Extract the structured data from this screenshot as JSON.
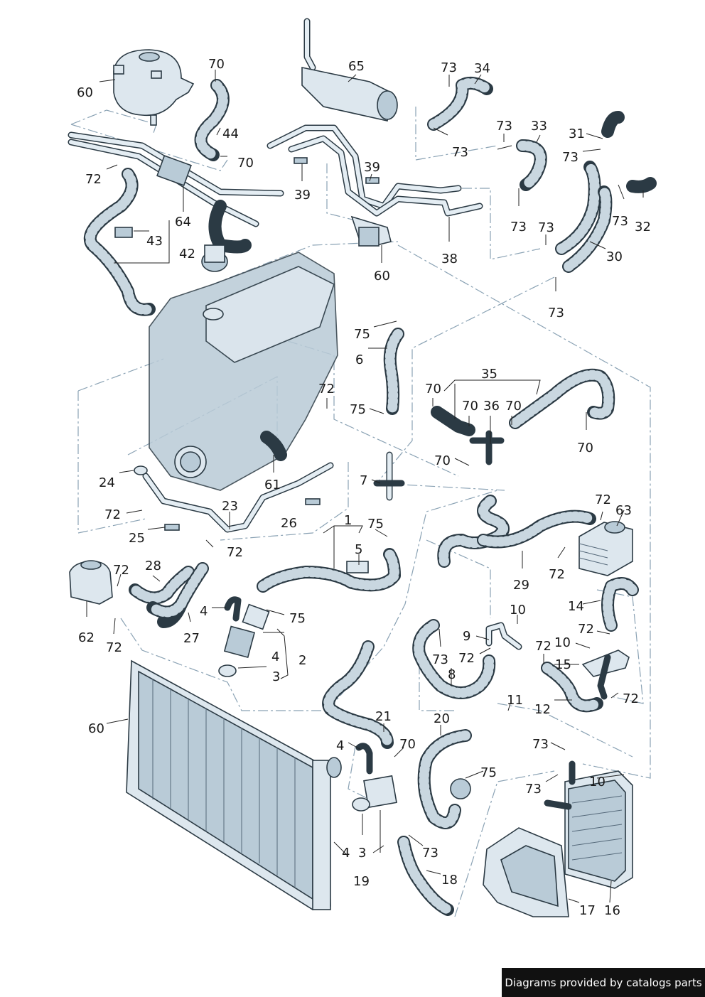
{
  "labels": {
    "l60a": "60",
    "l70a": "70",
    "l44": "44",
    "l70b": "70",
    "l72a": "72",
    "l64": "64",
    "l43": "43",
    "l42": "42",
    "l65": "65",
    "l73a": "73",
    "l34": "34",
    "l73b": "73",
    "l33": "33",
    "l31": "31",
    "l73c": "73",
    "l39a": "39",
    "l39b": "39",
    "l73d": "73",
    "l73e": "73",
    "l73f": "73",
    "l32": "32",
    "l38": "38",
    "l60b": "60",
    "l30": "30",
    "l73g": "73",
    "l73h": "73",
    "l75a": "75",
    "l6": "6",
    "l35": "35",
    "l70c": "70",
    "l70d": "70",
    "l36": "36",
    "l70e": "70",
    "l70f": "70",
    "l72b": "72",
    "l75b": "75",
    "l70g": "70",
    "l7": "7",
    "l24": "24",
    "l61": "61",
    "l72c": "72",
    "l23": "23",
    "l26": "26",
    "l25": "25",
    "l72d": "72",
    "l1": "1",
    "l75c": "75",
    "l5": "5",
    "l72e": "72",
    "l63": "63",
    "l72f": "72",
    "l29": "29",
    "l28": "28",
    "l72g": "72",
    "l62": "62",
    "l27": "27",
    "l4a": "4",
    "l75d": "75",
    "l72h": "72",
    "l4b": "4",
    "l2": "2",
    "l3a": "3",
    "l14": "14",
    "l10a": "10",
    "l9": "9",
    "l72i": "72",
    "l73i": "73",
    "l72j": "72",
    "l10b": "10",
    "l72k": "72",
    "l15": "15",
    "l8": "8",
    "l12": "12",
    "l72l": "72",
    "l11": "11",
    "l60c": "60",
    "l21": "21",
    "l20": "20",
    "l4c": "4",
    "l70h": "70",
    "l73j": "73",
    "l75e": "75",
    "l73k": "73",
    "l10c": "10",
    "l4d": "4",
    "l3b": "3",
    "l73l": "73",
    "l19": "19",
    "l18": "18",
    "l17": "17",
    "l16": "16"
  },
  "credit": "Diagrams provided by catalogs parts"
}
